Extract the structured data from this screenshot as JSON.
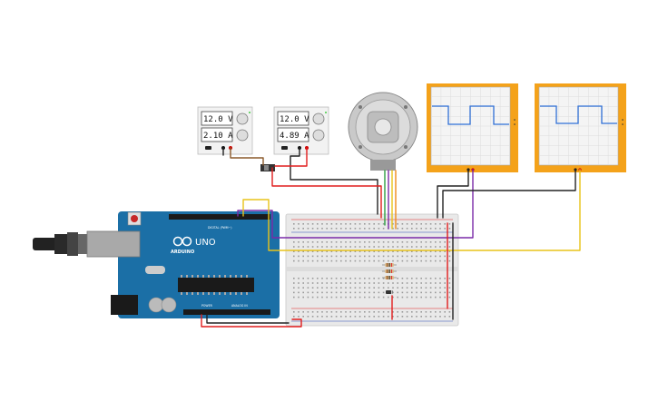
{
  "power_supply_1": {
    "voltage": "12.0 V",
    "current": "2.10 A"
  },
  "power_supply_2": {
    "voltage": "12.0 V",
    "current": "4.89 A"
  },
  "arduino": {
    "model": "UNO",
    "brand": "ARDUINO",
    "digital_label": "DIGITAL (PWM~)",
    "power_label": "POWER",
    "analog_label": "ANALOG IN"
  },
  "oscilloscope_1": {
    "waveform": "square"
  },
  "oscilloscope_2": {
    "waveform": "square"
  },
  "colors": {
    "wire_red": "#e11d1d",
    "wire_black": "#222222",
    "wire_yellow": "#e8c31a",
    "wire_purple": "#7a2aa8",
    "wire_brown": "#8b5a2b",
    "wire_green": "#2f9e44",
    "scope_frame": "#f4a21a",
    "scope_trace": "#2f6fd6",
    "arduino_board": "#1b6fa6"
  }
}
